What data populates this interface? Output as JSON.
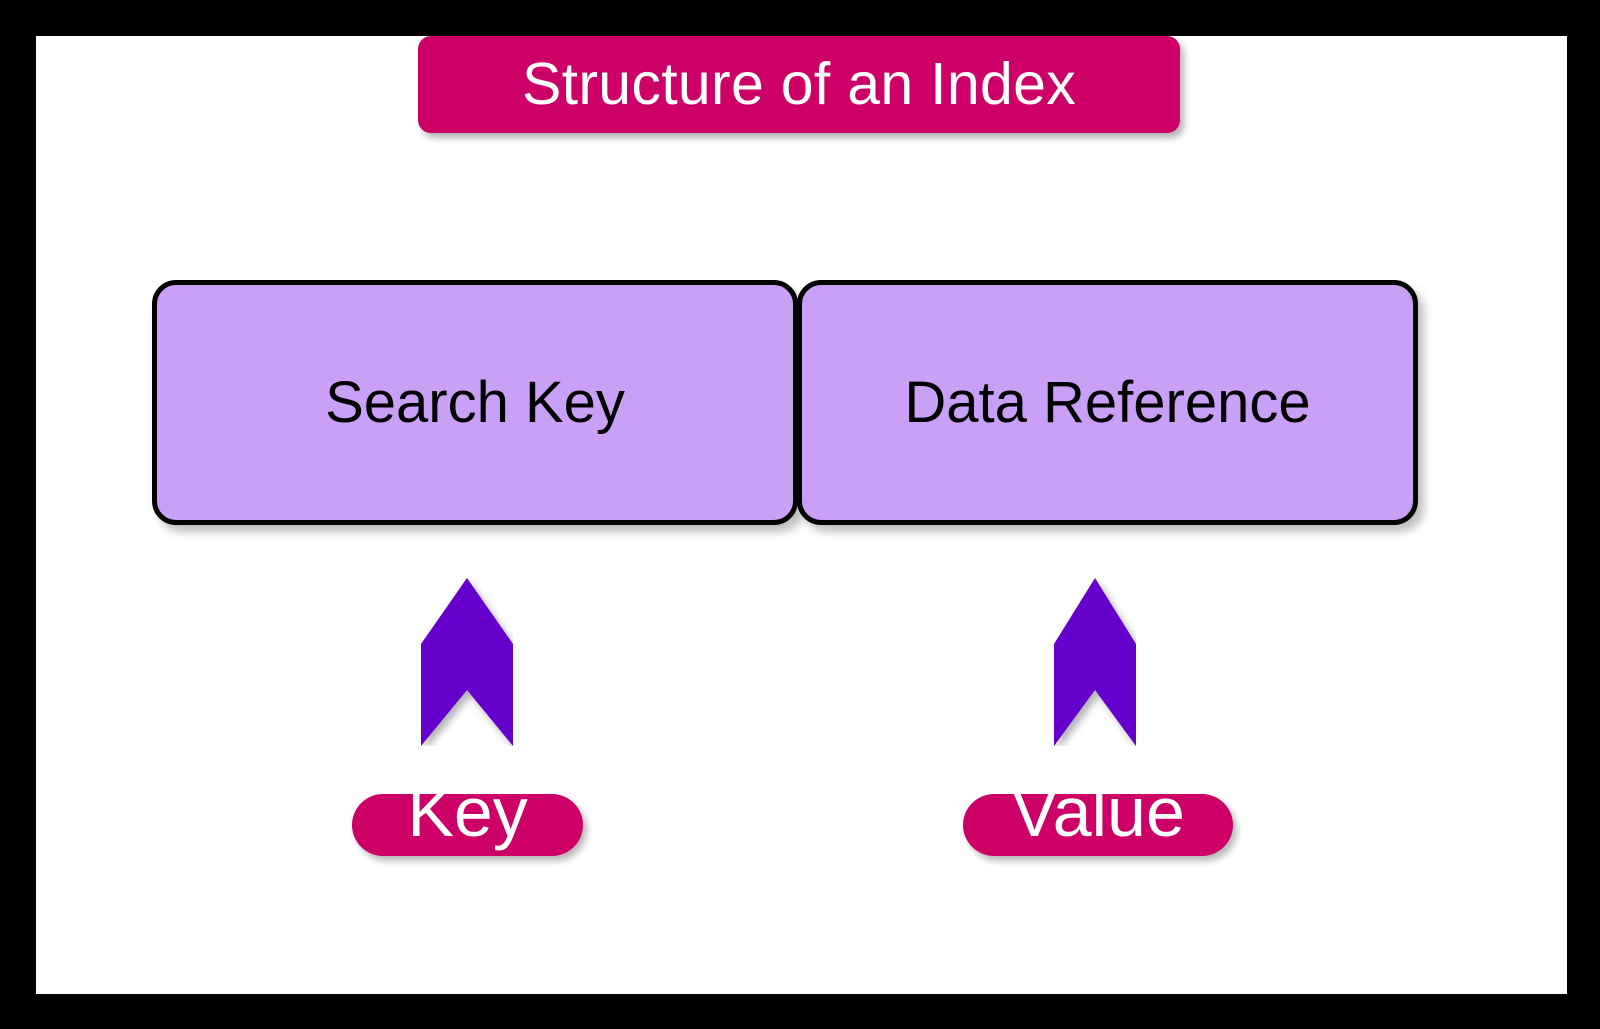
{
  "slide": {
    "frame_color": "#000000",
    "canvas_color": "#ffffff"
  },
  "title": {
    "text": "Structure of an Index",
    "background": "#cc0066",
    "color": "#ffffff"
  },
  "index_record": {
    "fill": "#c9a0f5",
    "border": "#000000",
    "fields": [
      {
        "label": "Search Key"
      },
      {
        "label": "Data Reference"
      }
    ]
  },
  "arrows": {
    "color": "#6600cc",
    "items": [
      {
        "name": "arrow-key",
        "direction": "up"
      },
      {
        "name": "arrow-value",
        "direction": "up"
      }
    ]
  },
  "callouts": {
    "background": "#cc0066",
    "color": "#ffffff",
    "items": [
      {
        "label": "Key"
      },
      {
        "label": "Value"
      }
    ]
  }
}
